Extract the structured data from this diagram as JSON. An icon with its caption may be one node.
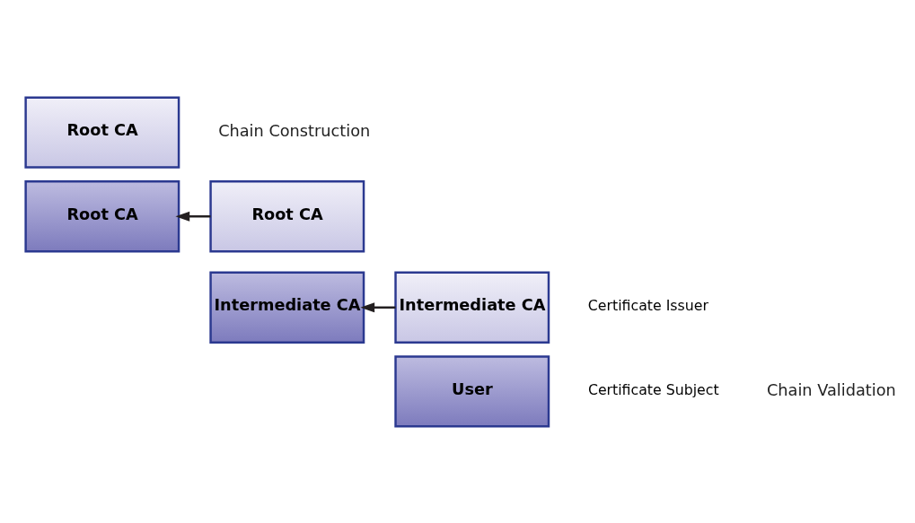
{
  "diagram": {
    "nodes": [
      {
        "text": [
          "Root CA"
        ]
      },
      {
        "text": [
          "Root CA"
        ]
      },
      {
        "text": [
          "Root CA"
        ]
      },
      {
        "text": [
          "Intermediate CA"
        ]
      },
      {
        "text": [
          "Intermediate CA"
        ],
        "beside": [
          "Certificate Issuer"
        ]
      },
      {
        "text": [
          "User"
        ],
        "beside": [
          "Certificate Subject"
        ]
      }
    ],
    "edges": [
      {
        "from": 2,
        "to": 1,
        "arrow": "to"
      },
      {
        "from": 4,
        "to": 3,
        "arrow": "to"
      }
    ],
    "labels": [
      "Chain Construction",
      "Chain Validation"
    ]
  }
}
